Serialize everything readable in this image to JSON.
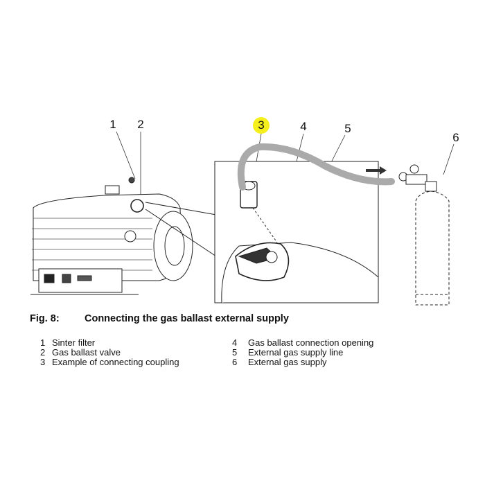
{
  "figure": {
    "callouts": [
      "1",
      "2",
      "3",
      "4",
      "5",
      "6"
    ],
    "highlight_color": "#f5ef1c",
    "label": "Fig. 8:",
    "title": "Connecting the gas ballast external supply"
  },
  "legend": {
    "left": [
      {
        "num": "1",
        "text": "Sinter filter"
      },
      {
        "num": "2",
        "text": "Gas ballast valve"
      },
      {
        "num": "3",
        "text": "Example of connecting coupling"
      }
    ],
    "right": [
      {
        "num": "4",
        "text": "Gas ballast connection opening"
      },
      {
        "num": "5",
        "text": "External gas supply line"
      },
      {
        "num": "6",
        "text": "External gas supply"
      }
    ]
  }
}
